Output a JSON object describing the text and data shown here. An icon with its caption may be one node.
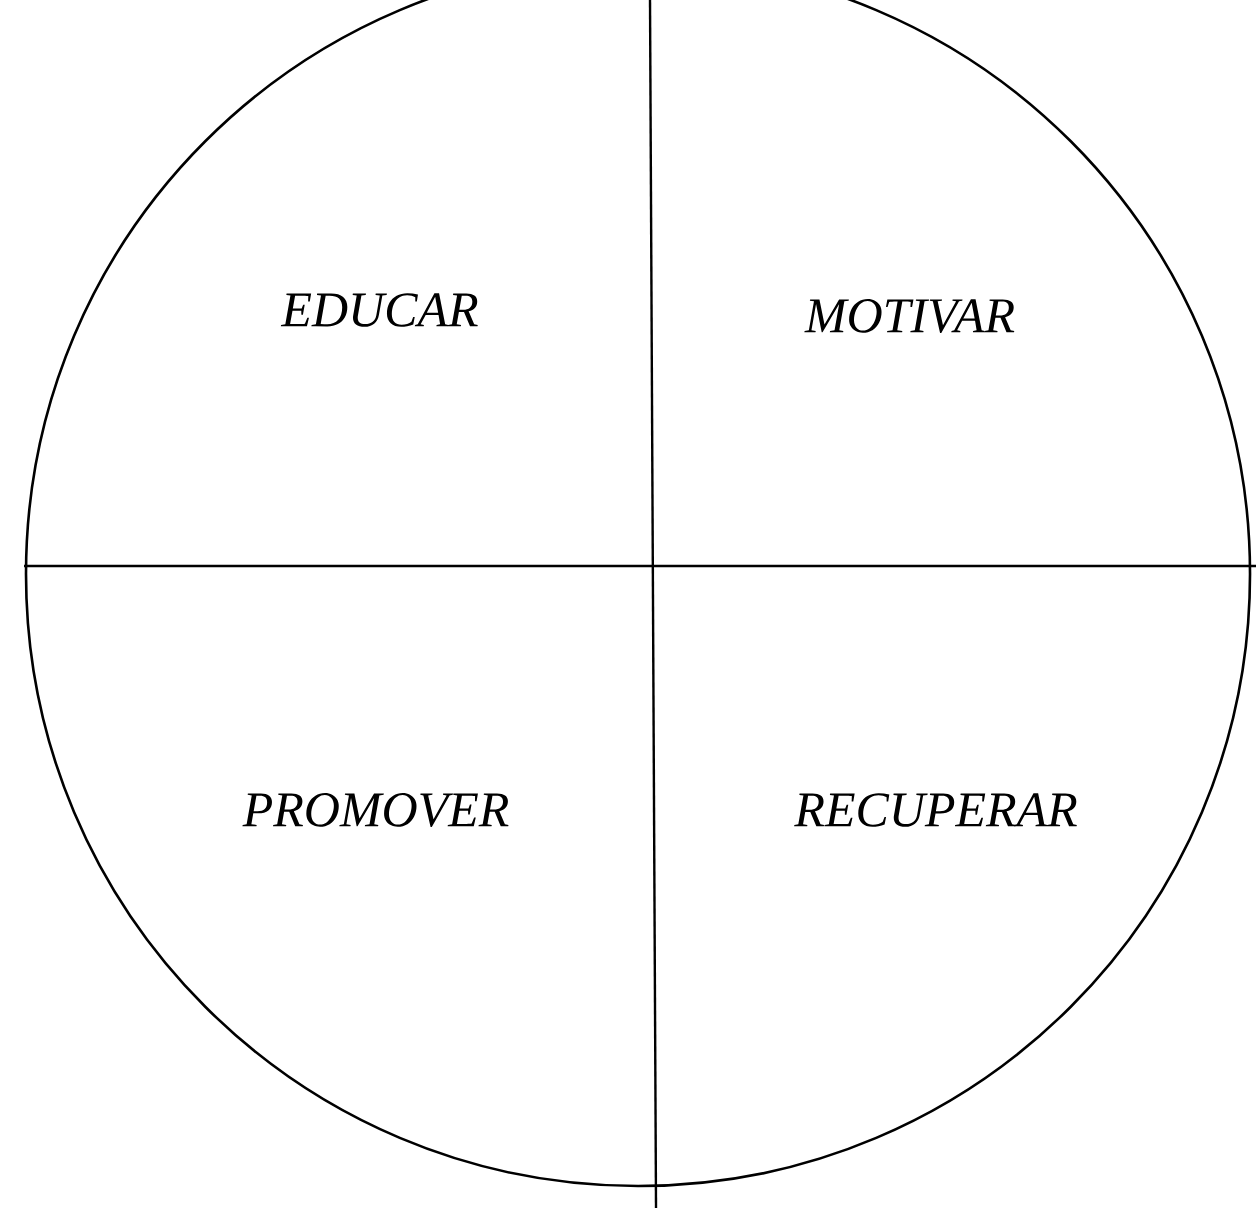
{
  "diagram": {
    "nodes": [
      {
        "text": [
          "EDUCAR",
          "MOTIVAR",
          "PROMOVER",
          "RECUPERAR"
        ]
      }
    ]
  }
}
